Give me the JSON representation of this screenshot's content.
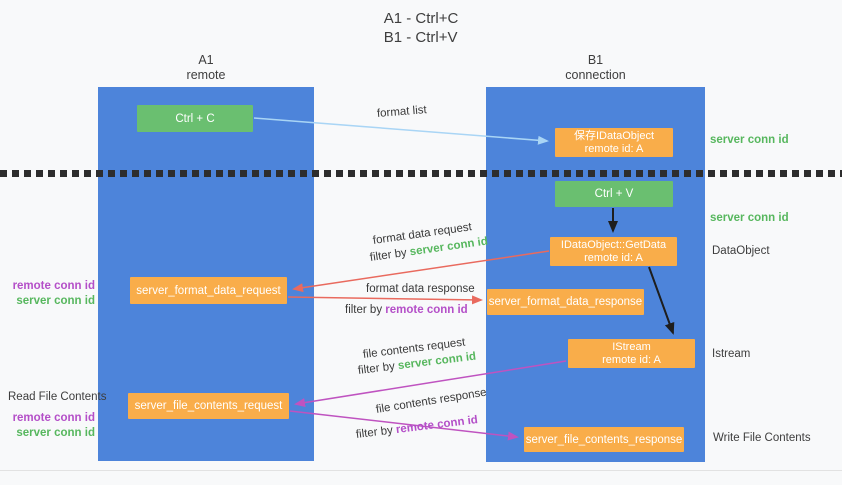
{
  "title": {
    "line1": "A1 - Ctrl+C",
    "line2": "B1 - Ctrl+V"
  },
  "lanes": {
    "left": {
      "name": "A1",
      "role": "remote"
    },
    "right": {
      "name": "B1",
      "role": "connection"
    }
  },
  "nodes": {
    "ctrl_c": {
      "label": "Ctrl + C"
    },
    "save_idataobject": {
      "line1": "保存IDataObject",
      "line2": "remote id: A"
    },
    "ctrl_v": {
      "label": "Ctrl + V"
    },
    "getdata": {
      "line1": "IDataObject::GetData",
      "line2": "remote id: A"
    },
    "format_request": {
      "label": "server_format_data_request"
    },
    "format_response": {
      "label": "server_format_data_response"
    },
    "istream": {
      "line1": "IStream",
      "line2": "remote id: A"
    },
    "file_request": {
      "label": "server_file_contents_request"
    },
    "file_response": {
      "label": "server_file_contents_response"
    }
  },
  "edge_labels": {
    "format_list": "format list",
    "format_data_request": "format data request",
    "format_data_response": "format data response",
    "file_contents_request": "file contents request",
    "file_contents_response": "file contents response",
    "filter_by": "filter by",
    "server_conn_id": "server conn id",
    "remote_conn_id": "remote conn id"
  },
  "side_labels": {
    "server_conn_id": "server conn id",
    "remote_conn_id": "remote conn id",
    "dataobject": "DataObject",
    "istream": "Istream",
    "read_file_contents": "Read File Contents",
    "write_file_contents": "Write File Contents"
  },
  "colors": {
    "background": "#f8f9fa",
    "lane_blue": "#4d84da",
    "node_green": "#6abf70",
    "node_orange": "#f9ad4a",
    "arrow_blue": "#a9d5f5",
    "arrow_red": "#e96a5e",
    "arrow_magenta": "#bf53c0",
    "arrow_black": "#1e1e1e",
    "text_green": "#57b75e",
    "text_purple": "#b44fc8",
    "text_gray": "#3d3d3d"
  }
}
